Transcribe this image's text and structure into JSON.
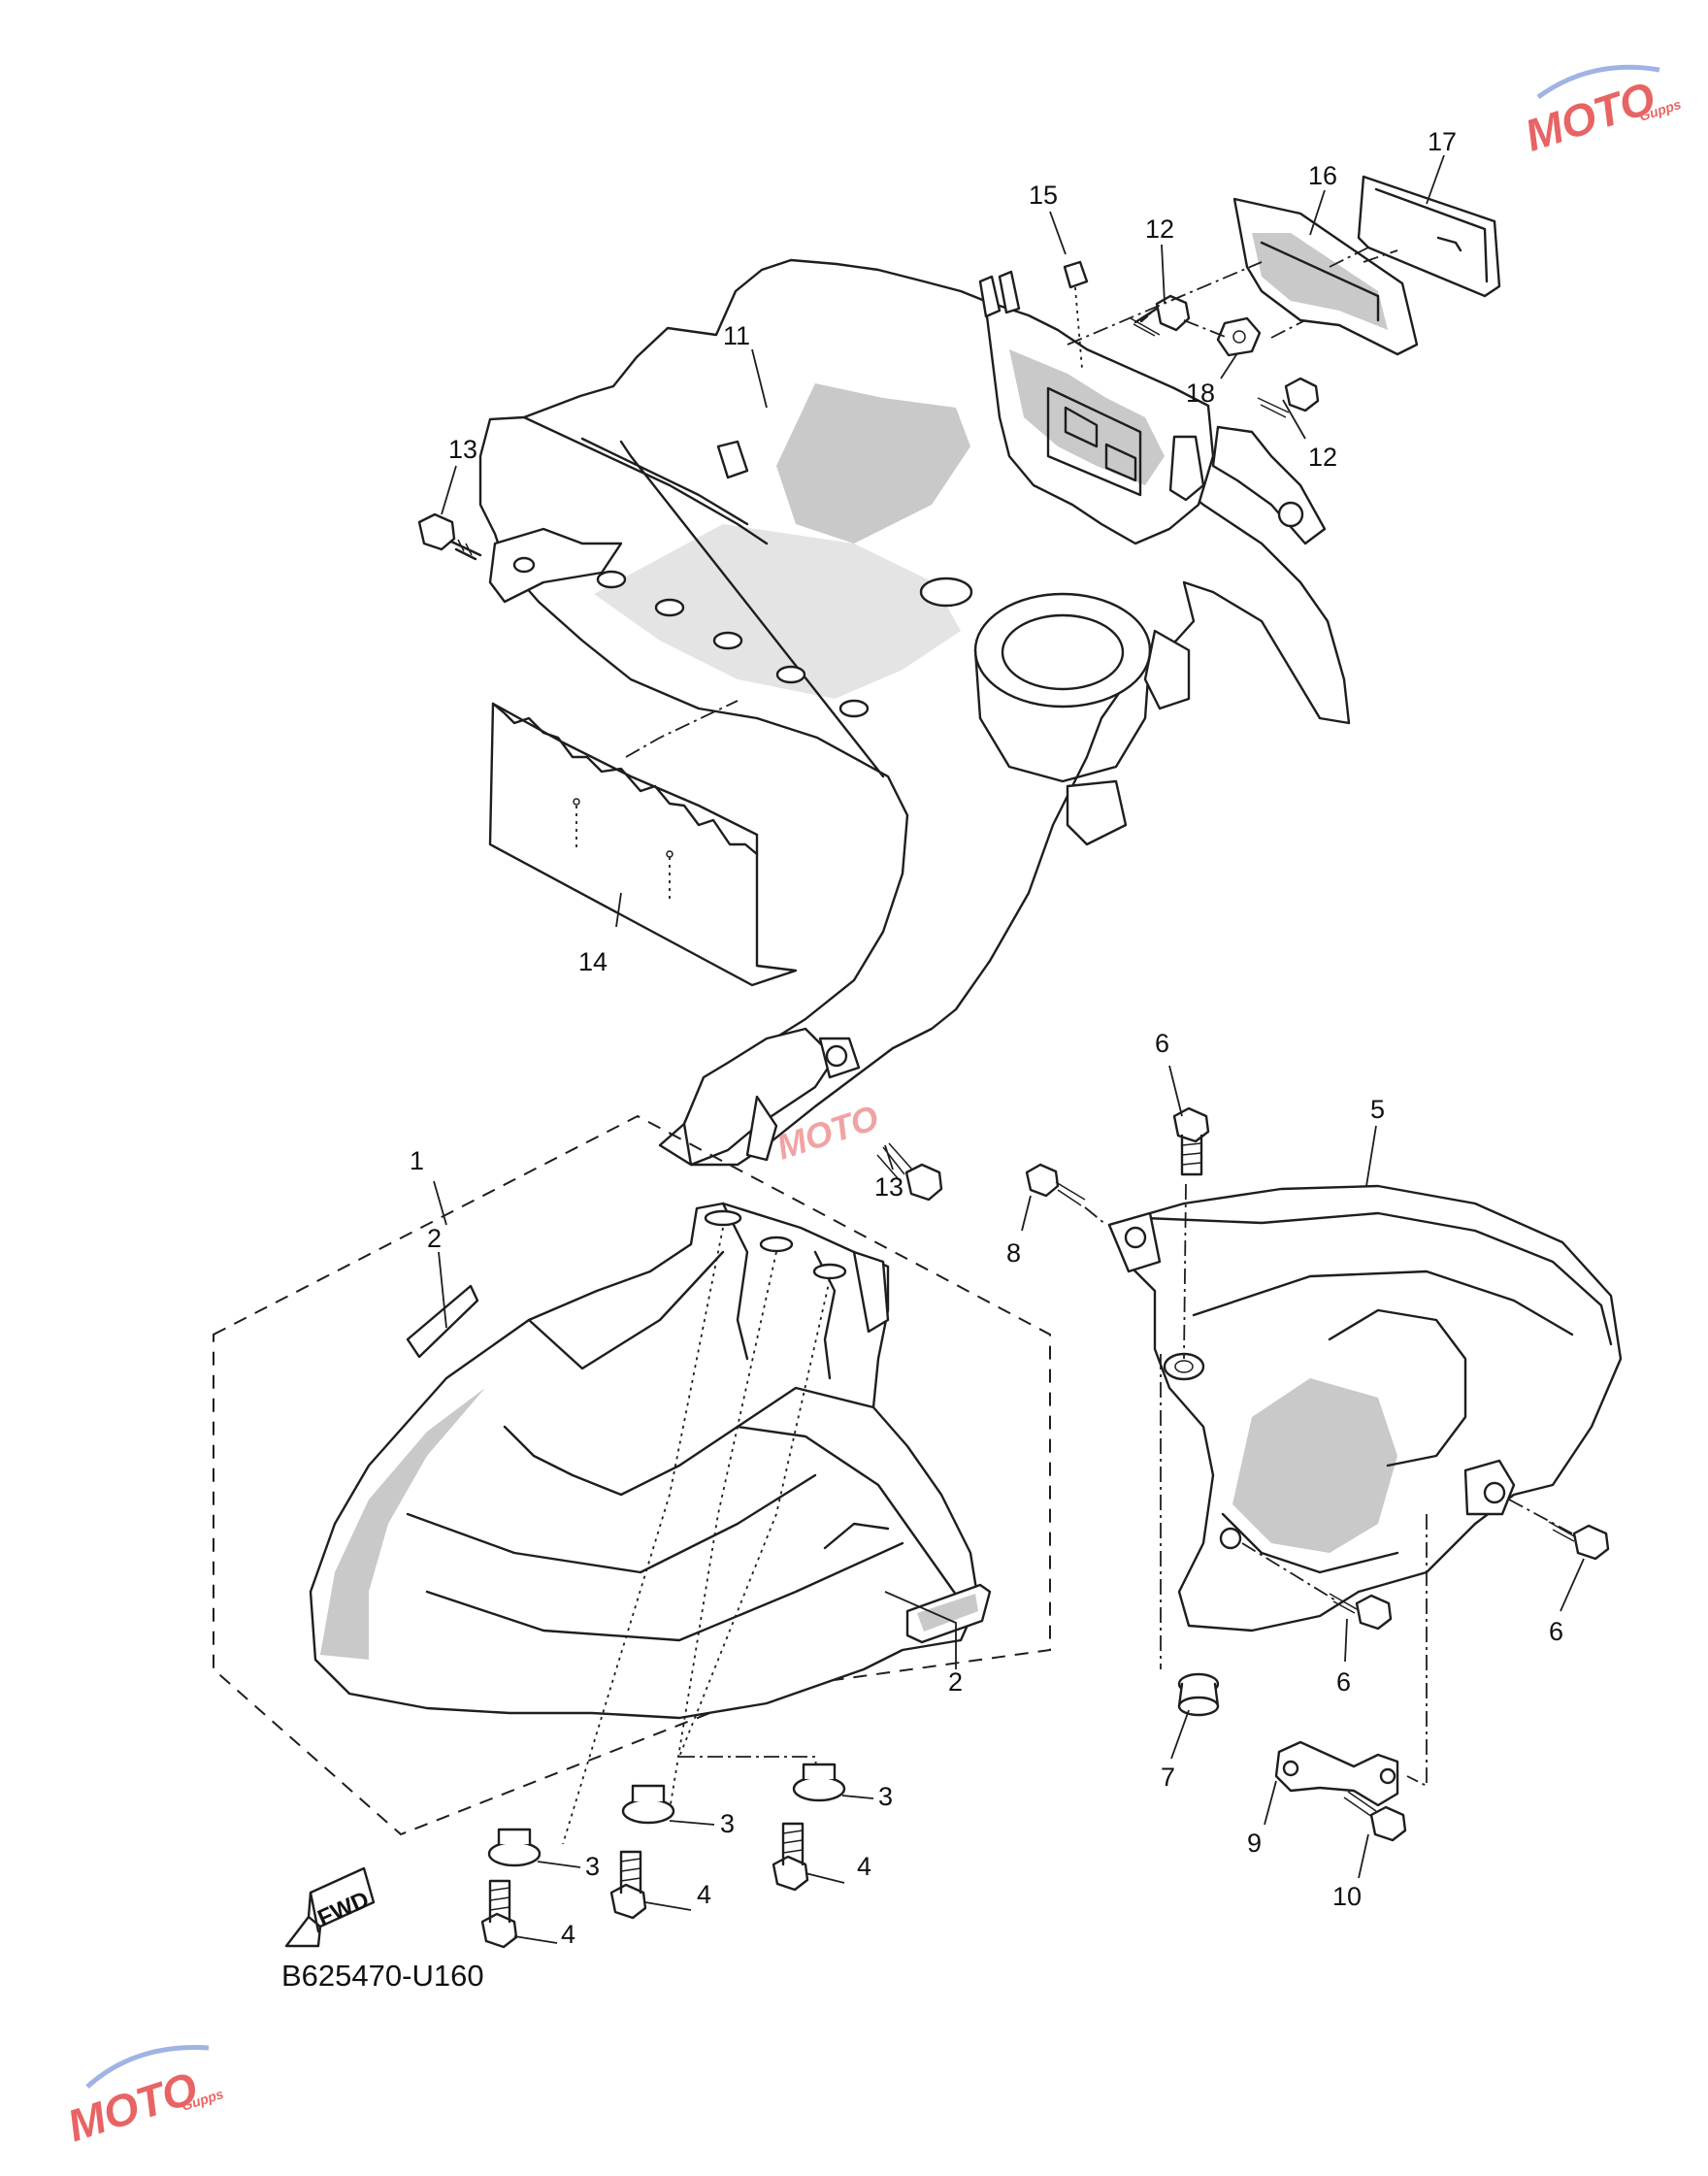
{
  "diagram_code": "B625470-U160",
  "fwd_label": "FWD",
  "watermark": {
    "text": "MOTO",
    "sub": "Gupps"
  },
  "callouts": {
    "c1": "1",
    "c2a": "2",
    "c2b": "2",
    "c3a": "3",
    "c3b": "3",
    "c3c": "3",
    "c4a": "4",
    "c4b": "4",
    "c4c": "4",
    "c5": "5",
    "c6a": "6",
    "c6b": "6",
    "c6c": "6",
    "c7": "7",
    "c8": "8",
    "c9": "9",
    "c10": "10",
    "c11": "11",
    "c12a": "12",
    "c12b": "12",
    "c13a": "13",
    "c13b": "13",
    "c14": "14",
    "c15": "15",
    "c16": "16",
    "c17": "17",
    "c18": "18"
  },
  "colors": {
    "line": "#1e1e1e",
    "watermark": "#e54a4a"
  }
}
